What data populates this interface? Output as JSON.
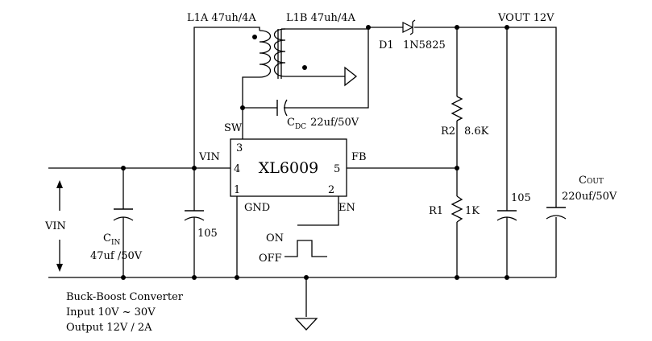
{
  "ic": {
    "name": "XL6009",
    "pin_sw_label": "SW",
    "pin_vin_label": "VIN",
    "pin_fb_label": "FB",
    "pin_gnd_label": "GND",
    "pin_en_label": "EN",
    "pin1": "1",
    "pin2": "2",
    "pin3": "3",
    "pin4": "4",
    "pin5": "5"
  },
  "inductors": {
    "l1a": "L1A 47uh/4A",
    "l1b": "L1B 47uh/4A"
  },
  "diode": {
    "ref": "D1",
    "part": "1N5825"
  },
  "output": {
    "label": "VOUT 12V"
  },
  "cdc": {
    "main": "C",
    "sub": "DC",
    "value": "22uf/50V"
  },
  "cin": {
    "main": "C",
    "sub": "IN",
    "value": "47uf /50V"
  },
  "cout": {
    "main": "C",
    "sub": "OUT",
    "value": "220uf/50V"
  },
  "caps": {
    "input_ceramic": "105",
    "output_ceramic": "105"
  },
  "resistors": {
    "r2_ref": "R2",
    "r2_value": "8.6K",
    "r1_ref": "R1",
    "r1_value": "1K"
  },
  "input": {
    "label": "VIN"
  },
  "switch": {
    "on_label": "ON",
    "off_label": "OFF"
  },
  "notes": {
    "line1": "Buck-Boost Converter",
    "line2": "Input 10V ~ 30V",
    "line3": "Output 12V / 2A"
  }
}
